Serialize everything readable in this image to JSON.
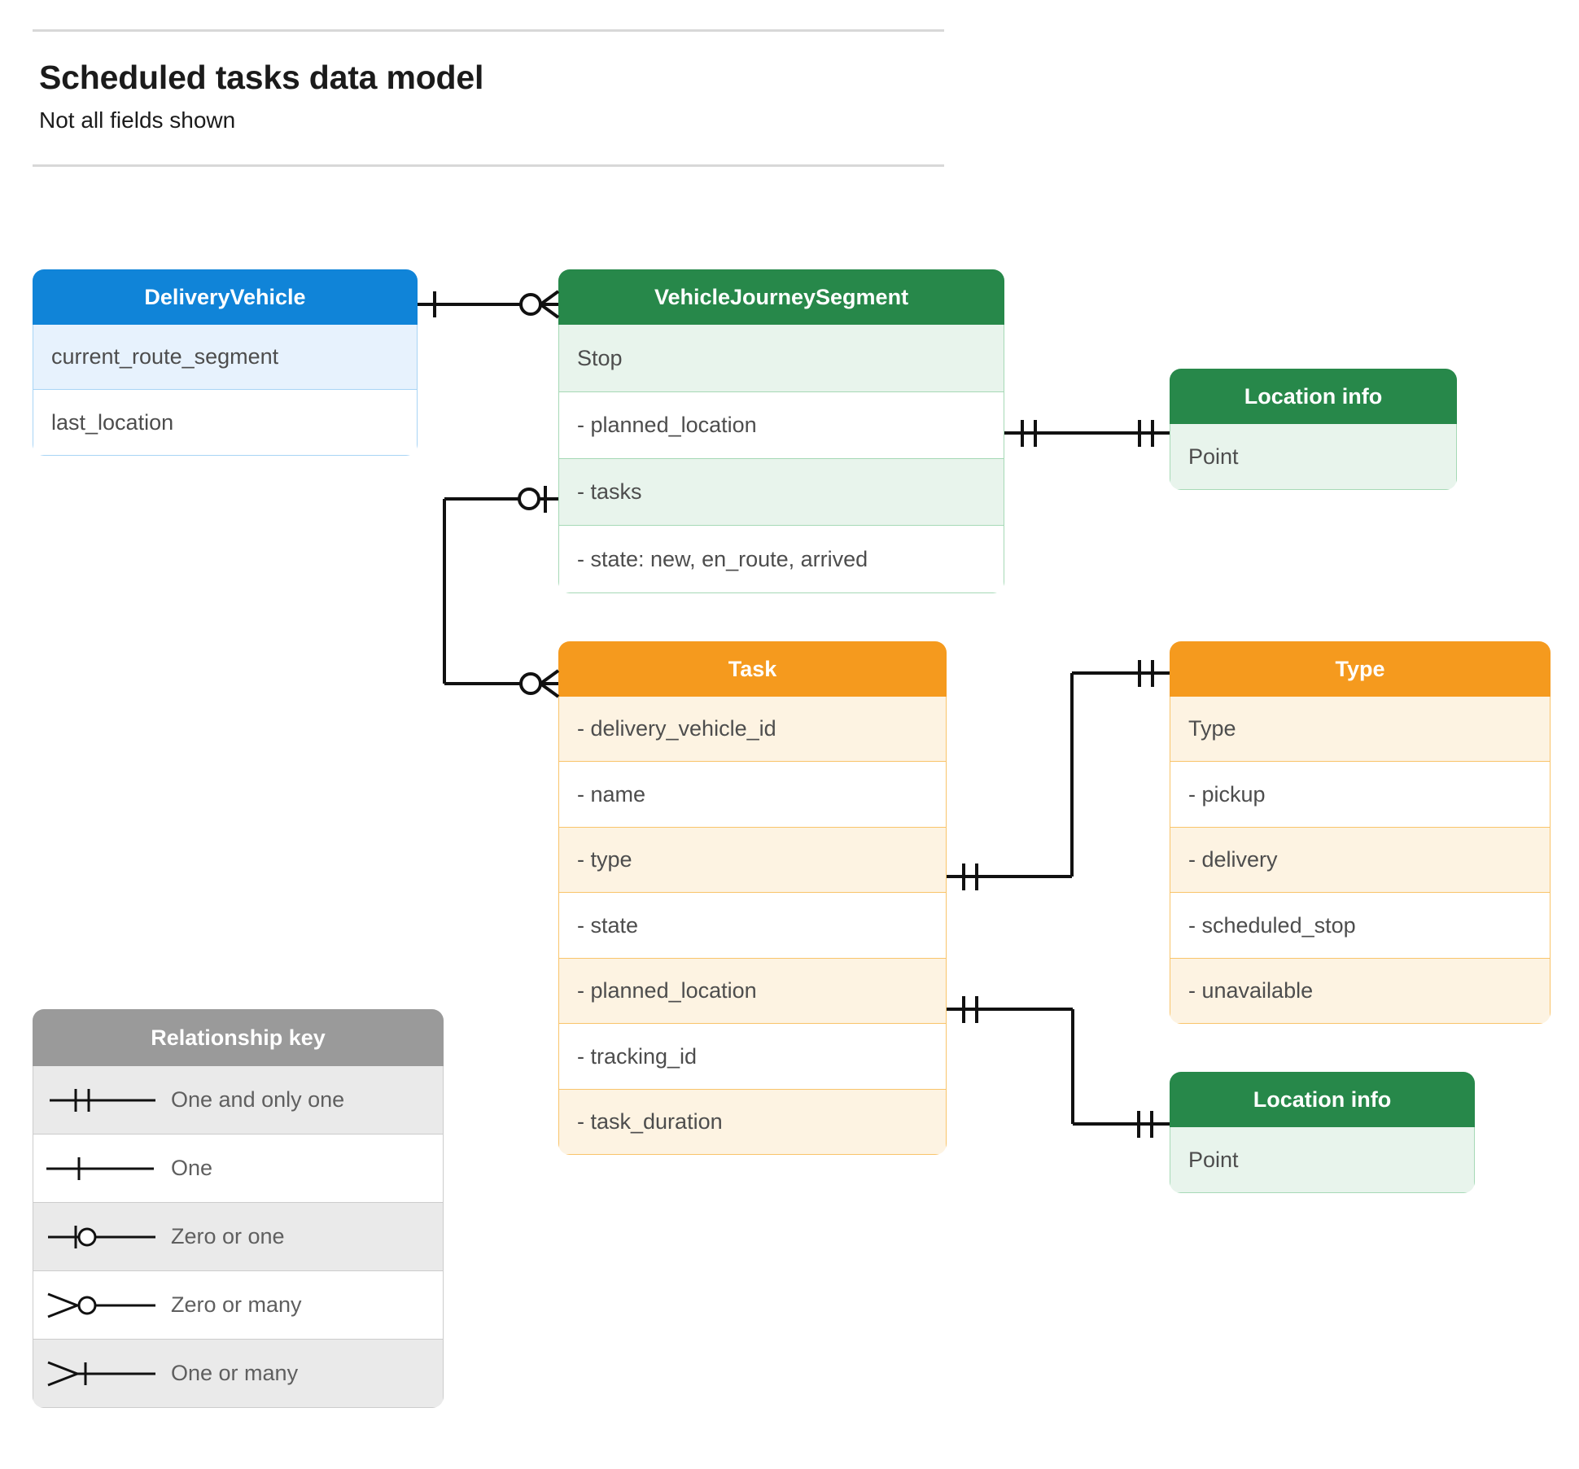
{
  "header": {
    "title": "Scheduled tasks data model",
    "subtitle": "Not all fields shown"
  },
  "colors": {
    "blue_header": "#1084d8",
    "blue_row": "#e7f2fd",
    "blue_border": "#a8d4f5",
    "green_header": "#27884a",
    "green_row": "#e8f4ec",
    "green_border": "#a6d9b6",
    "orange_header": "#f59a1e",
    "orange_row": "#fdf3e2",
    "orange_border": "#f9c46a",
    "grey_header": "#9a9a9a",
    "grey_row": "#eaeaea",
    "line": "#111111",
    "rule": "#d8d8d8",
    "text": "#4d4d4d"
  },
  "entities": {
    "delivery_vehicle": {
      "title": "DeliveryVehicle",
      "rows": [
        "current_route_segment",
        "last_location"
      ]
    },
    "vehicle_journey_segment": {
      "title": "VehicleJourneySegment",
      "rows": [
        "Stop",
        "-  planned_location",
        "- tasks",
        "- state: new, en_route, arrived"
      ]
    },
    "location_info_top": {
      "title": "Location info",
      "rows": [
        "Point"
      ]
    },
    "task": {
      "title": "Task",
      "rows": [
        "- delivery_vehicle_id",
        "- name",
        "- type",
        "- state",
        "- planned_location",
        "- tracking_id",
        "- task_duration"
      ]
    },
    "type": {
      "title": "Type",
      "rows": [
        "Type",
        "-   pickup",
        "-   delivery",
        "-   scheduled_stop",
        "-   unavailable"
      ]
    },
    "location_info_bottom": {
      "title": "Location info",
      "rows": [
        "Point"
      ]
    }
  },
  "legend": {
    "title": "Relationship key",
    "items": [
      {
        "symbol": "one-and-only-one",
        "label": "One and only one"
      },
      {
        "symbol": "one",
        "label": "One"
      },
      {
        "symbol": "zero-or-one",
        "label": "Zero or one"
      },
      {
        "symbol": "zero-or-many",
        "label": "Zero or many"
      },
      {
        "symbol": "one-or-many",
        "label": "One or many"
      }
    ]
  },
  "relationships": [
    {
      "from": "DeliveryVehicle",
      "to": "VehicleJourneySegment",
      "from_cardinality": "one",
      "to_cardinality": "zero-or-many"
    },
    {
      "from": "VehicleJourneySegment.planned_location",
      "to": "Location info",
      "from_cardinality": "one-and-only-one",
      "to_cardinality": "one-and-only-one"
    },
    {
      "from": "VehicleJourneySegment.tasks",
      "to": "Task",
      "from_cardinality": "zero-or-one",
      "to_cardinality": "zero-or-many"
    },
    {
      "from": "Task.type",
      "to": "Type",
      "from_cardinality": "one-and-only-one",
      "to_cardinality": "one-and-only-one"
    },
    {
      "from": "Task.planned_location",
      "to": "Location info",
      "from_cardinality": "one-and-only-one",
      "to_cardinality": "one-and-only-one"
    }
  ]
}
